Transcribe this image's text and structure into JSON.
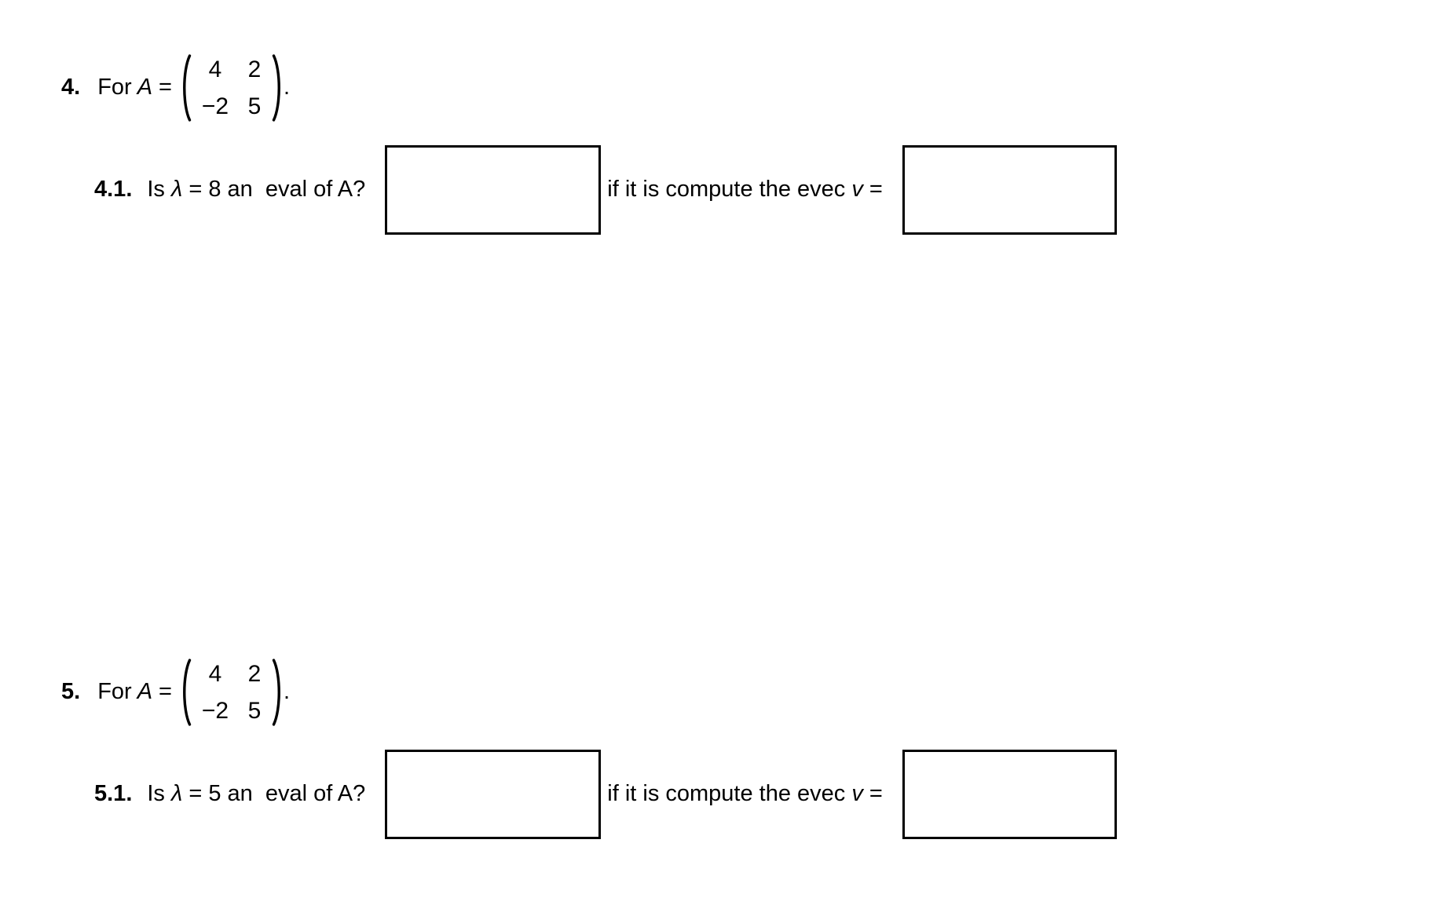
{
  "page": {
    "background": "#ffffff",
    "text_color": "#000000",
    "box_border_color": "#000000"
  },
  "problems": [
    {
      "number": "4.",
      "intro": {
        "prefix": "For",
        "var": "A",
        "equals": "=",
        "period": "."
      },
      "matrix": {
        "rows": [
          [
            "4",
            "2"
          ],
          [
            "−2",
            "5"
          ]
        ]
      },
      "sub": {
        "number": "4.1.",
        "question": {
          "pre": "Is ",
          "lambda": "λ",
          "post": " = 8 an  eval of A?"
        },
        "followup": {
          "pre": "if it is compute the evec ",
          "var": "v",
          "equals": " ="
        }
      }
    },
    {
      "number": "5.",
      "intro": {
        "prefix": "For",
        "var": "A",
        "equals": "=",
        "period": "."
      },
      "matrix": {
        "rows": [
          [
            "4",
            "2"
          ],
          [
            "−2",
            "5"
          ]
        ]
      },
      "sub": {
        "number": "5.1.",
        "question": {
          "pre": "Is ",
          "lambda": "λ",
          "post": " = 5 an  eval of A?"
        },
        "followup": {
          "pre": "if it is compute the evec ",
          "var": "v",
          "equals": " ="
        }
      }
    }
  ]
}
